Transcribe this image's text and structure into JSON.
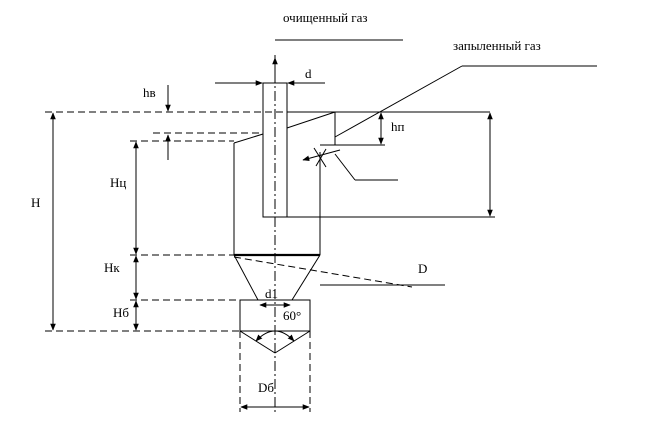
{
  "labels": {
    "clean_gas": "очищенный газ",
    "dusty_gas": "запыленный газ",
    "d": "d",
    "hv": "hв",
    "hp": "hп",
    "H": "H",
    "Hc": "Hц",
    "Hk": "Hк",
    "Hb": "Hб",
    "D": "D",
    "d1": "d1",
    "angle": "60°",
    "Db": "Dб"
  }
}
